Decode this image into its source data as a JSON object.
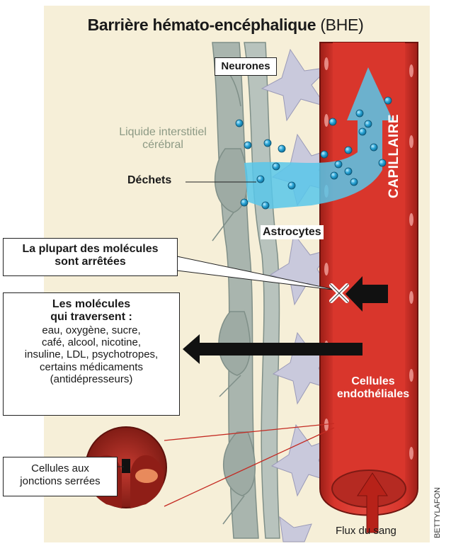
{
  "title": {
    "main": "Barrière hémato-encéphalique",
    "abbr": "(BHE)"
  },
  "labels": {
    "neurones": "Neurones",
    "liquide_line1": "Liquide interstitiel",
    "liquide_line2": "cérébral",
    "dechets": "Déchets",
    "astrocytes": "Astrocytes",
    "capillaire": "CAPILLAIRE",
    "cellules_endo_line1": "Cellules",
    "cellules_endo_line2": "endothéliales",
    "flux": "Flux du sang"
  },
  "boxes": {
    "arretees_line1": "La plupart des molécules",
    "arretees_line2": "sont arrêtées",
    "traversent_title1": "Les molécules",
    "traversent_title2": "qui traversent :",
    "traversent_items": [
      "eau, oxygène, sucre,",
      "café, alcool, nicotine,",
      "insuline, LDL, psychotropes,",
      "certains médicaments",
      "(antidépresseurs)"
    ],
    "jonctions_line1": "Cellules aux",
    "jonctions_line2": "jonctions serrées"
  },
  "credit": "BETTYLAFON",
  "colors": {
    "background": "#f6efd8",
    "vessel_dark": "#8c1c16",
    "vessel_red": "#cf2e25",
    "vessel_light": "#e8524a",
    "neuron": "#a9b5ae",
    "astrocyte": "#c9c9dc",
    "fluid": "#58c7ea",
    "molecule": "#2aa4d6",
    "arrow": "#111111"
  }
}
